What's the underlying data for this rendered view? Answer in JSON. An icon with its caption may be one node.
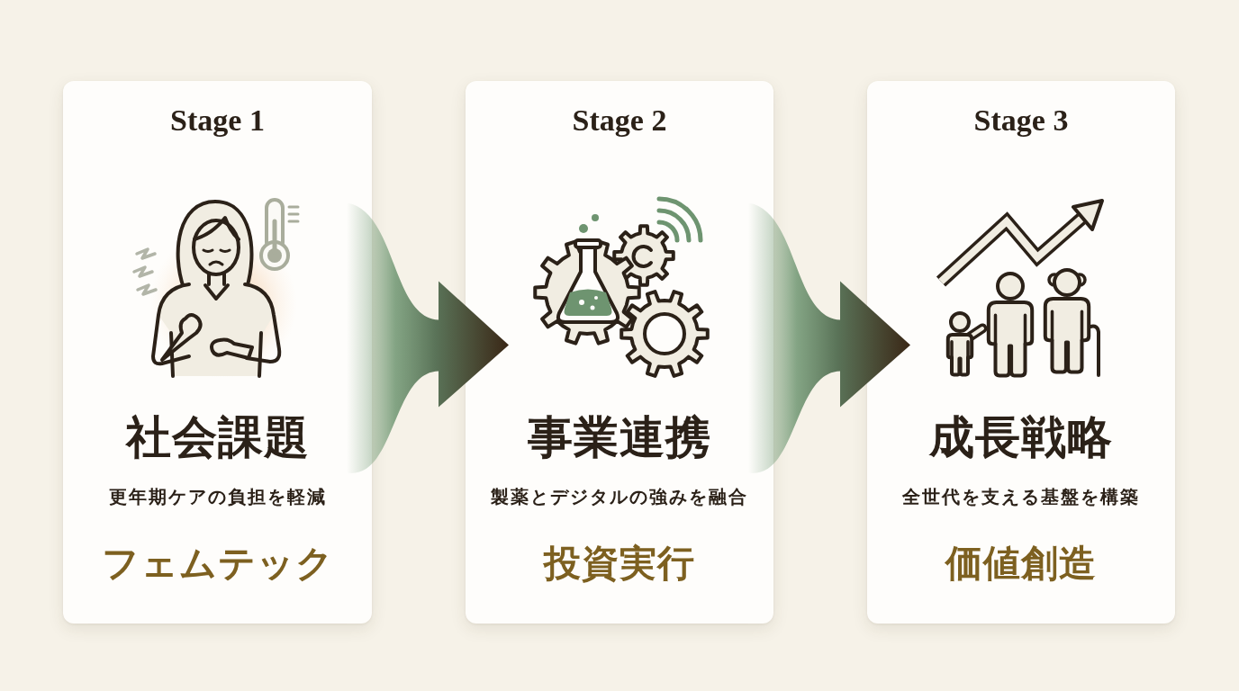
{
  "diagram": {
    "nodes": [
      {
        "text": [
          "Stage 1",
          "社会課題",
          "更年期ケアの負担を軽減",
          "フェムテック"
        ]
      },
      {
        "text": [
          "Stage 2",
          "事業連携",
          "製薬とデジタルの強みを融合",
          "投資実行"
        ]
      },
      {
        "text": [
          "Stage 3",
          "成長戦略",
          "全世代を支える基盤を構築",
          "価値創造"
        ]
      }
    ],
    "edges": [
      {
        "from": 0,
        "to": 1,
        "arrow": "to"
      },
      {
        "from": 1,
        "to": 2,
        "arrow": "to"
      }
    ]
  }
}
